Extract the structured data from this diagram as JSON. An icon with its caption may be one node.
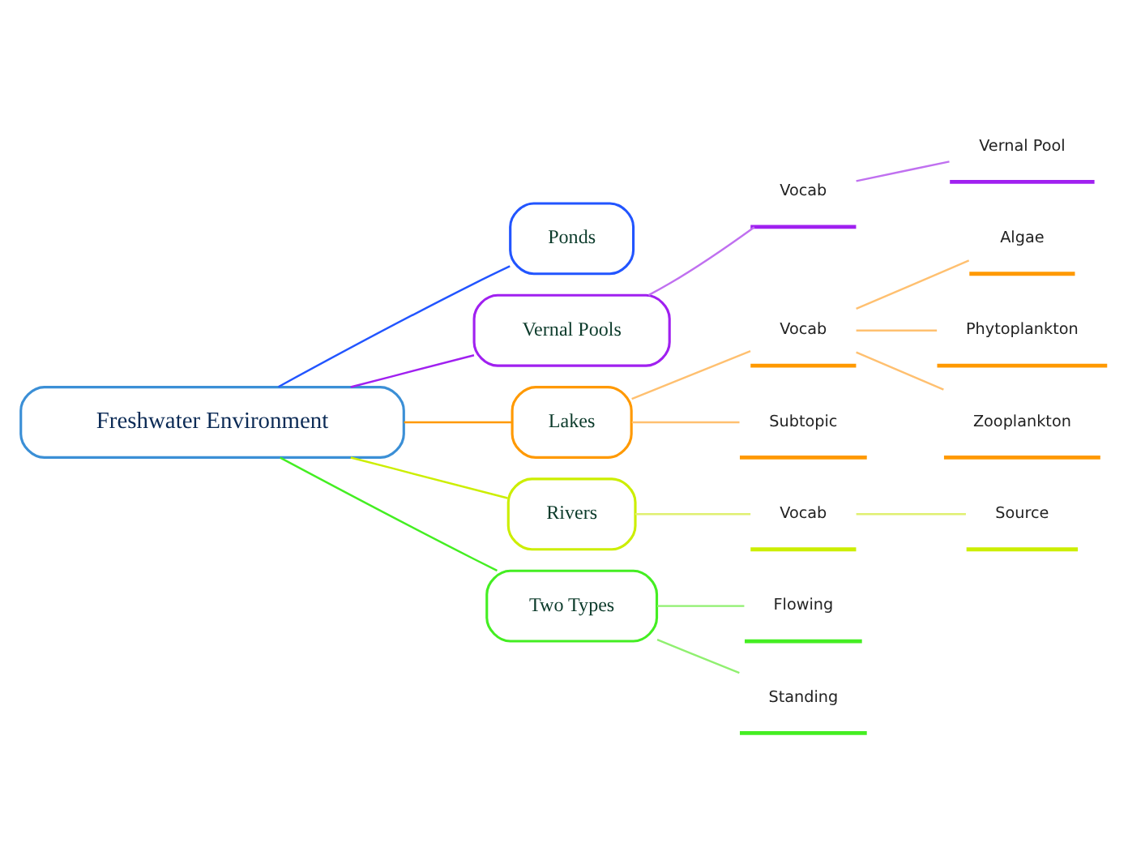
{
  "diagram": {
    "nodes": [
      {
        "text": [
          "Freshwater Environment"
        ]
      },
      {
        "text": [
          "Ponds"
        ]
      },
      {
        "text": [
          "Vernal Pools"
        ]
      },
      {
        "text": [
          "Vocab"
        ]
      },
      {
        "text": [
          "Vernal Pool"
        ]
      },
      {
        "text": [
          "Lakes"
        ]
      },
      {
        "text": [
          "Vocab"
        ]
      },
      {
        "text": [
          "Algae"
        ]
      },
      {
        "text": [
          "Phytoplankton"
        ]
      },
      {
        "text": [
          "Zooplankton"
        ]
      },
      {
        "text": [
          "Subtopic"
        ]
      },
      {
        "text": [
          "Rivers"
        ]
      },
      {
        "text": [
          "Vocab"
        ]
      },
      {
        "text": [
          "Source"
        ]
      },
      {
        "text": [
          "Two Types"
        ]
      },
      {
        "text": [
          "Flowing"
        ]
      },
      {
        "text": [
          "Standing"
        ]
      }
    ],
    "edges": [
      {
        "from": 0,
        "to": 1,
        "arrow": "none",
        "color": "#2255ff"
      },
      {
        "from": 0,
        "to": 2,
        "arrow": "none",
        "color": "#a020f0"
      },
      {
        "from": 2,
        "to": 3,
        "arrow": "none",
        "color": "#c070f0"
      },
      {
        "from": 3,
        "to": 4,
        "arrow": "none",
        "color": "#c070f0"
      },
      {
        "from": 0,
        "to": 5,
        "arrow": "none",
        "color": "#ff9900"
      },
      {
        "from": 5,
        "to": 6,
        "arrow": "none",
        "color": "#ffc070"
      },
      {
        "from": 6,
        "to": 7,
        "arrow": "none",
        "color": "#ffc070"
      },
      {
        "from": 6,
        "to": 8,
        "arrow": "none",
        "color": "#ffc070"
      },
      {
        "from": 6,
        "to": 9,
        "arrow": "none",
        "color": "#ffc070"
      },
      {
        "from": 5,
        "to": 10,
        "arrow": "none",
        "color": "#ffc070"
      },
      {
        "from": 0,
        "to": 11,
        "arrow": "none",
        "color": "#ccee00"
      },
      {
        "from": 11,
        "to": 12,
        "arrow": "none",
        "color": "#e0f070"
      },
      {
        "from": 12,
        "to": 13,
        "arrow": "none",
        "color": "#e0f070"
      },
      {
        "from": 0,
        "to": 14,
        "arrow": "none",
        "color": "#44ee22"
      },
      {
        "from": 14,
        "to": 15,
        "arrow": "none",
        "color": "#90f070"
      },
      {
        "from": 14,
        "to": 16,
        "arrow": "none",
        "color": "#90f070"
      }
    ]
  }
}
